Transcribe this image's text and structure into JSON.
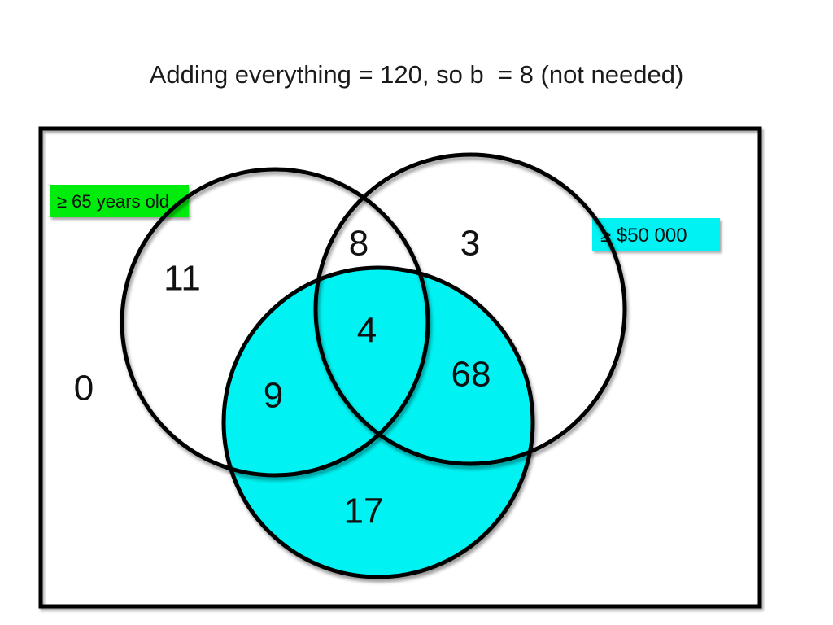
{
  "title": "Adding everything = 120, so b  = 8 (not needed)",
  "venn": {
    "left_set_label": "≥ 65 years old",
    "right_set_label": "≥ $50 000",
    "regions": {
      "outside": "0",
      "left_only": "11",
      "left_and_right": "8",
      "right_only": "3",
      "all_three": "4",
      "left_and_bottom": "9",
      "right_and_bottom": "68",
      "bottom_only": "17"
    },
    "colors": {
      "bottom_circle_fill": "#00F2F2",
      "left_label_bg": "#00EC10",
      "right_label_bg": "#00F2F2",
      "outline": "#000000"
    }
  }
}
